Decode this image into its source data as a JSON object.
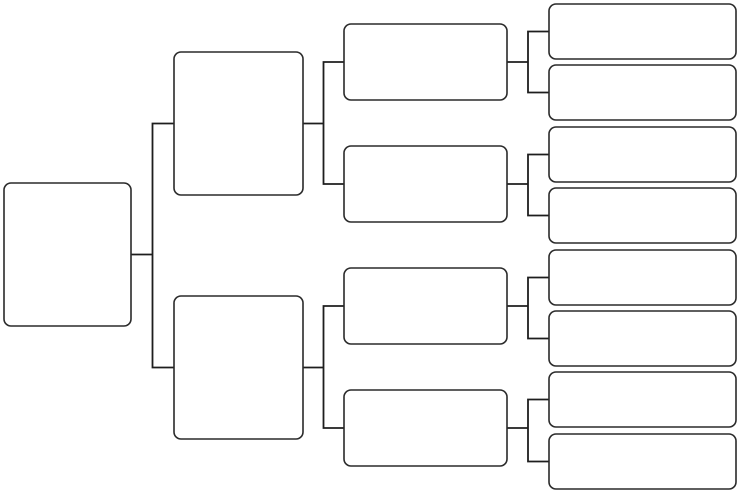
{
  "diagram": {
    "type": "tree-bracket",
    "levels": 4,
    "nodes": [
      {
        "id": "root",
        "level": 0,
        "label": ""
      },
      {
        "id": "l1-a",
        "level": 1,
        "label": ""
      },
      {
        "id": "l1-b",
        "level": 1,
        "label": ""
      },
      {
        "id": "l2-a",
        "level": 2,
        "label": ""
      },
      {
        "id": "l2-b",
        "level": 2,
        "label": ""
      },
      {
        "id": "l2-c",
        "level": 2,
        "label": ""
      },
      {
        "id": "l2-d",
        "level": 2,
        "label": ""
      },
      {
        "id": "l3-a",
        "level": 3,
        "label": ""
      },
      {
        "id": "l3-b",
        "level": 3,
        "label": ""
      },
      {
        "id": "l3-c",
        "level": 3,
        "label": ""
      },
      {
        "id": "l3-d",
        "level": 3,
        "label": ""
      },
      {
        "id": "l3-e",
        "level": 3,
        "label": ""
      },
      {
        "id": "l3-f",
        "level": 3,
        "label": ""
      },
      {
        "id": "l3-g",
        "level": 3,
        "label": ""
      },
      {
        "id": "l3-h",
        "level": 3,
        "label": ""
      }
    ],
    "edges": [
      [
        "root",
        "l1-a"
      ],
      [
        "root",
        "l1-b"
      ],
      [
        "l1-a",
        "l2-a"
      ],
      [
        "l1-a",
        "l2-b"
      ],
      [
        "l1-b",
        "l2-c"
      ],
      [
        "l1-b",
        "l2-d"
      ],
      [
        "l2-a",
        "l3-a"
      ],
      [
        "l2-a",
        "l3-b"
      ],
      [
        "l2-b",
        "l3-c"
      ],
      [
        "l2-b",
        "l3-d"
      ],
      [
        "l2-c",
        "l3-e"
      ],
      [
        "l2-c",
        "l3-f"
      ],
      [
        "l2-d",
        "l3-g"
      ],
      [
        "l2-d",
        "l3-h"
      ]
    ],
    "colors": {
      "box_fill": "#ffffff",
      "box_stroke": "#2a2a2a",
      "line": "#1e1e1e",
      "background": "#ffffff"
    }
  }
}
